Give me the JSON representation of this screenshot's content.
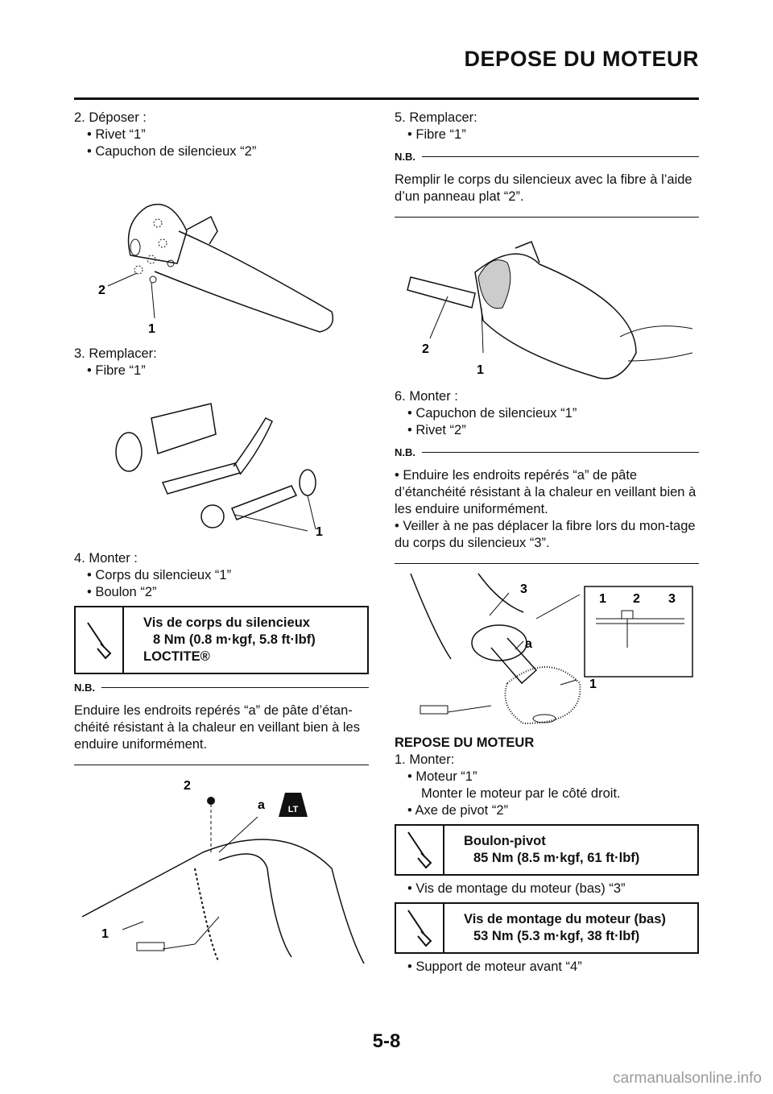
{
  "header": {
    "title": "DEPOSE DU MOTEUR"
  },
  "left": {
    "s2": {
      "step": "2. Déposer :",
      "b1": "• Rivet “1”",
      "b2": "• Capuchon de silencieux “2”"
    },
    "fig1": {
      "c2": "2",
      "c1": "1"
    },
    "s3": {
      "step": "3. Remplacer:",
      "b1": "• Fibre “1”"
    },
    "fig2": {
      "c1": "1"
    },
    "s4": {
      "step": "4. Monter :",
      "b1": "• Corps du silencieux “1”",
      "b2": "• Boulon “2”"
    },
    "spec1": {
      "l1": "Vis de corps du silencieux",
      "l2": "8 Nm (0.8 m·kgf, 5.8 ft·lbf)",
      "l3": "LOCTITE®"
    },
    "nb": {
      "label": "N.B.",
      "text": "Enduire les endroits repérés “a” de pâte d’étan-chéité résistant à la chaleur en veillant bien à les enduire uniformément."
    },
    "fig3": {
      "c2": "2",
      "ca": "a",
      "c1": "1",
      "lt": "LT"
    }
  },
  "right": {
    "s5": {
      "step": "5. Remplacer:",
      "b1": "• Fibre “1”"
    },
    "nb1": {
      "label": "N.B.",
      "text": "Remplir le corps du silencieux avec la fibre à l’aide d’un panneau plat “2”."
    },
    "fig4": {
      "c2": "2",
      "c1": "1"
    },
    "s6": {
      "step": "6. Monter :",
      "b1": "• Capuchon de silencieux “1”",
      "b2": "• Rivet “2”"
    },
    "nb2": {
      "label": "N.B.",
      "b1": "• Enduire les endroits repérés “a” de pâte d’étanchéité résistant à la chaleur en veillant bien à les enduire uniformément.",
      "b2": "• Veiller à ne pas déplacer la fibre lors du mon-tage du corps du silencieux “3”."
    },
    "fig5": {
      "c3": "3",
      "ca": "a",
      "c1": "1",
      "d1": "1",
      "d2": "2",
      "d3": "3"
    },
    "repose": {
      "heading": "REPOSE DU MOTEUR",
      "step": "1. Monter:",
      "b1": "• Moteur “1”",
      "i1": "Monter le moteur par le côté droit.",
      "b2": "• Axe de pivot “2”"
    },
    "spec2": {
      "l1": "Boulon-pivot",
      "l2": "85 Nm (8.5 m·kgf, 61 ft·lbf)"
    },
    "b3": "• Vis de montage du moteur (bas) “3”",
    "spec3": {
      "l1": "Vis de montage du moteur (bas)",
      "l2": "53 Nm (5.3 m·kgf, 38 ft·lbf)"
    },
    "b4": "• Support de moteur avant “4”"
  },
  "footer": {
    "page": "5-8",
    "watermark": "carmanualsonline.info"
  }
}
